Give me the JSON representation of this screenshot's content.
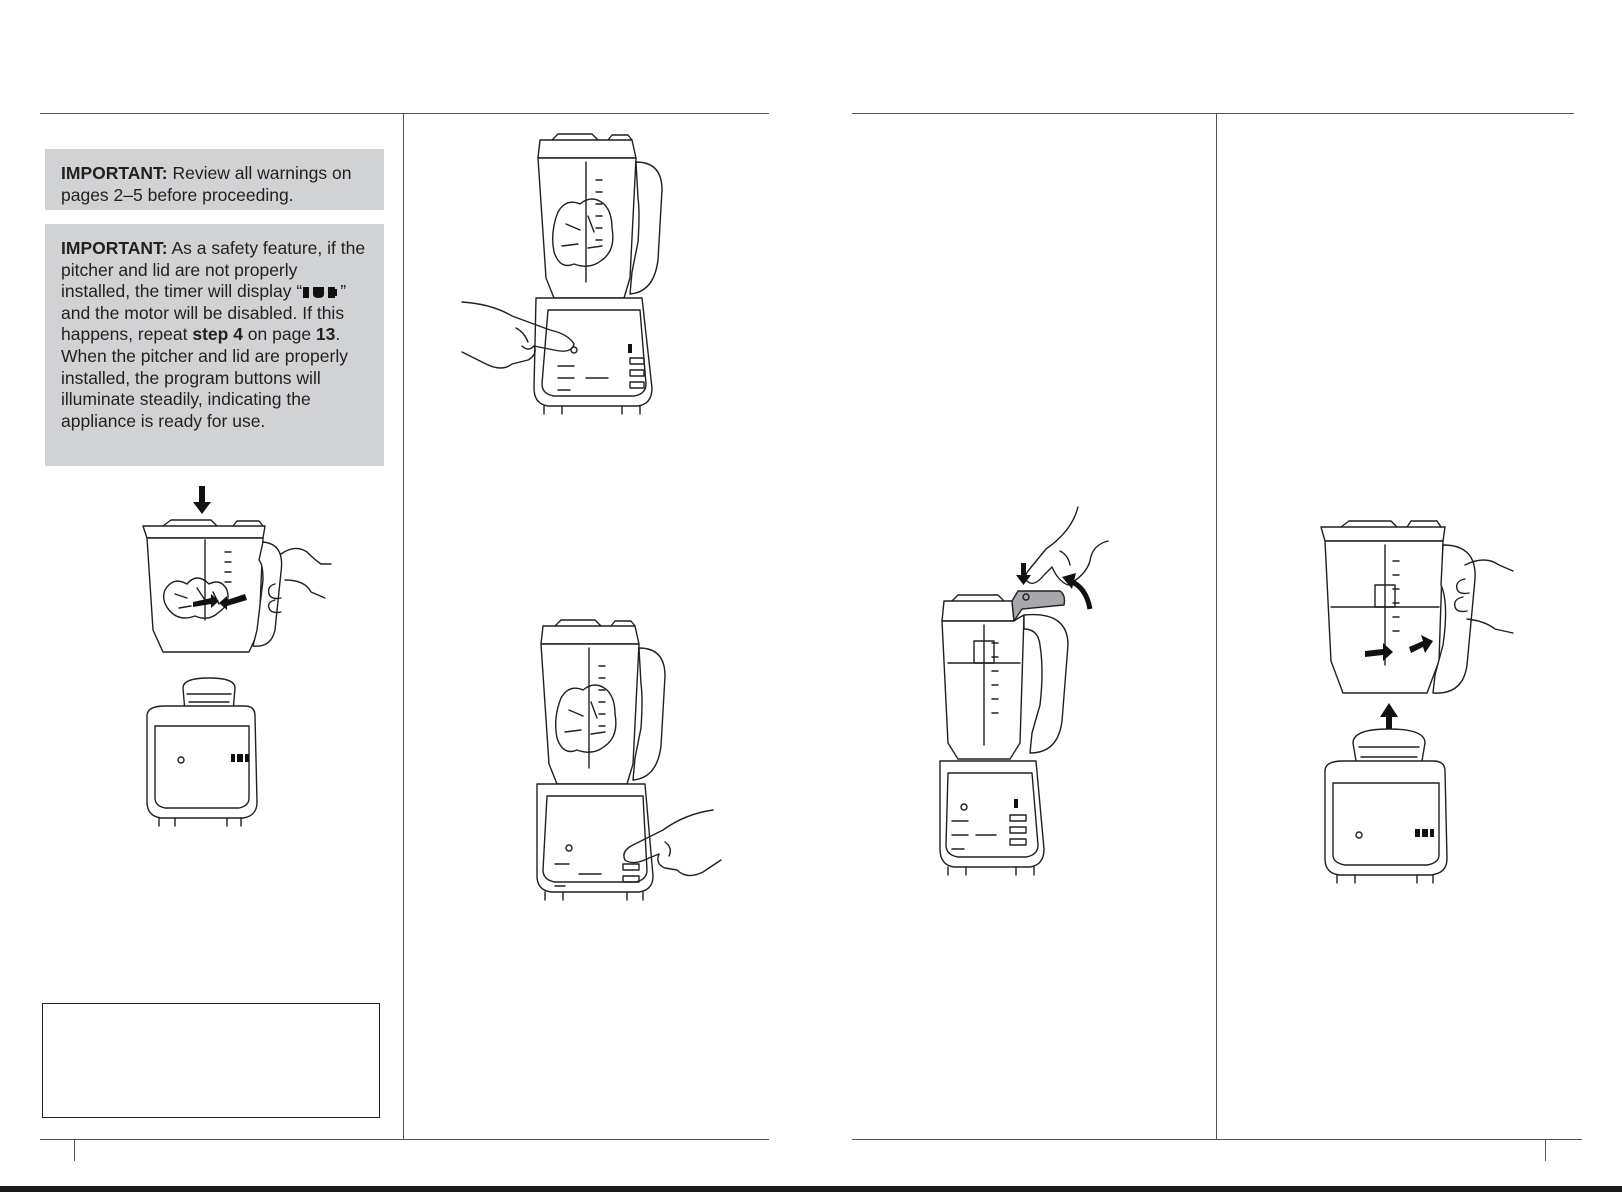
{
  "callout_warnings": {
    "label": "IMPORTANT:",
    "text": " Review all warnings on pages 2–5 before proceeding."
  },
  "callout_safety": {
    "label": "IMPORTANT:",
    "text_1": " As a safety feature, if the pitcher and lid are not properly installed, the timer will display “",
    "text_2": "” and the motor will be disabled. If this happens, repeat ",
    "step_ref": "step 4",
    "text_3": " on page ",
    "page_ref": "13",
    "text_4": ". When the pitcher and lid are properly installed, the program buttons will illuminate steadily, indicating the appliance is ready for use."
  },
  "icons": {
    "display_icon": "pitcher-lid-display-icon",
    "arrow": "arrow-icon",
    "hand": "hand-icon"
  },
  "colors": {
    "callout_bg": "#d1d2d4",
    "ink": "#231f20",
    "lid_handle_highlight": "#a7a9ac"
  }
}
